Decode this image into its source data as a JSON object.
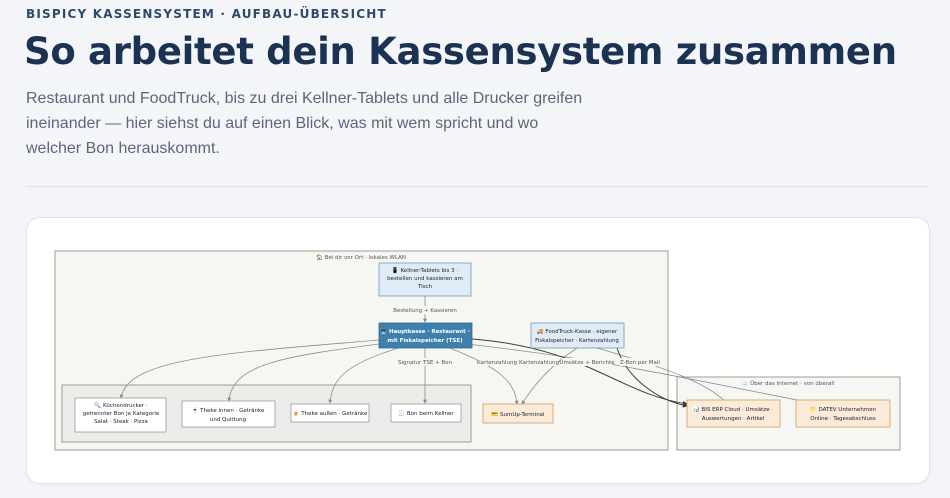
{
  "header": {
    "eyebrow": "BISPICY KASSENSYSTEM · AUFBAU-ÜBERSICHT",
    "title": "So arbeitet dein Kassensystem zusammen",
    "subtitle": "Restaurant und FoodTruck, bis zu drei Kellner-Tablets und alle Drucker greifen ineinander — hier siehst du auf einen Blick, was mit wem spricht und wo welcher Bon herauskommt."
  },
  "diagram": {
    "groups": {
      "local": "🏠 Bei dir vor Ort · lokales WLAN",
      "cloud": "☁️ Über das Internet · von überall"
    },
    "nodes": {
      "tablets": [
        "📱 Kellner-Tablets bis 3 ·",
        "bestellen und kassieren am",
        "Tisch"
      ],
      "hauptkasse": [
        "🖥️ Hauptkasse · Restaurant ·",
        "mit Fiskalspeicher (TSE)"
      ],
      "foodtruck": [
        "🚚 FoodTruck-Kasse · eigener",
        "Fiskalspeicher · Kartenzahlung"
      ],
      "kueche": [
        "🔍 Küchendrucker ·",
        "getrennter Bon je Kategorie",
        "Salat · Steak · Pizza"
      ],
      "theke_innen": [
        "🍷 Theke innen · Getränke",
        "und Quittung"
      ],
      "theke_aussen": [
        "🍺 Theke außen · Getränke"
      ],
      "bon_kellner": [
        "🧾 Bon beim Kellner"
      ],
      "sumup": [
        "💳 SumUp-Terminal"
      ],
      "erp": [
        "📊 BIS ERP Cloud · Umsätze ·",
        "Auswertungen · Artikel"
      ],
      "datev": [
        "📁 DATEV Unternehmen",
        "Online · Tagesabschluss"
      ]
    },
    "edges": {
      "tablets_kasse": "Bestellung + Kassieren",
      "signatur": "Signatur TSE + Bon",
      "karte1": "Kartenzahlung",
      "karte2": "Kartenzahlung",
      "umsaetze": "Umsätze + Berichte",
      "zbon": "Z-Bon per Mail"
    }
  },
  "colors": {
    "accent": "#3d80ad",
    "navy": "#1c3253",
    "node_fill": "#e0ecf5",
    "node_stroke": "#6f97b8",
    "orange_fill": "#fcebd9",
    "orange_stroke": "#d59a5d",
    "group_fill": "#f6f6f3",
    "group_stroke": "#8a8678"
  }
}
